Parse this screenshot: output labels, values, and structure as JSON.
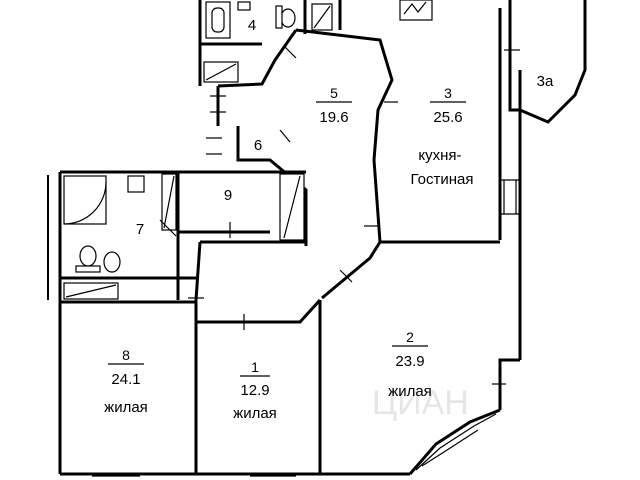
{
  "watermark": "ЦИАН",
  "rooms": [
    {
      "id": "room-1",
      "number": "1",
      "area": "12.9",
      "type": "жилая"
    },
    {
      "id": "room-2",
      "number": "2",
      "area": "23.9",
      "type": "жилая"
    },
    {
      "id": "room-3",
      "number": "3",
      "area": "25.6",
      "type_line1": "кухня-",
      "type_line2": "Гостиная"
    },
    {
      "id": "room-3a",
      "number": "3a"
    },
    {
      "id": "room-4",
      "number": "4"
    },
    {
      "id": "room-5",
      "number": "5",
      "area": "19.6"
    },
    {
      "id": "room-6",
      "number": "6"
    },
    {
      "id": "room-7",
      "number": "7"
    },
    {
      "id": "room-8",
      "number": "8",
      "area": "24.1",
      "type": "жилая"
    },
    {
      "id": "room-9",
      "number": "9"
    }
  ]
}
